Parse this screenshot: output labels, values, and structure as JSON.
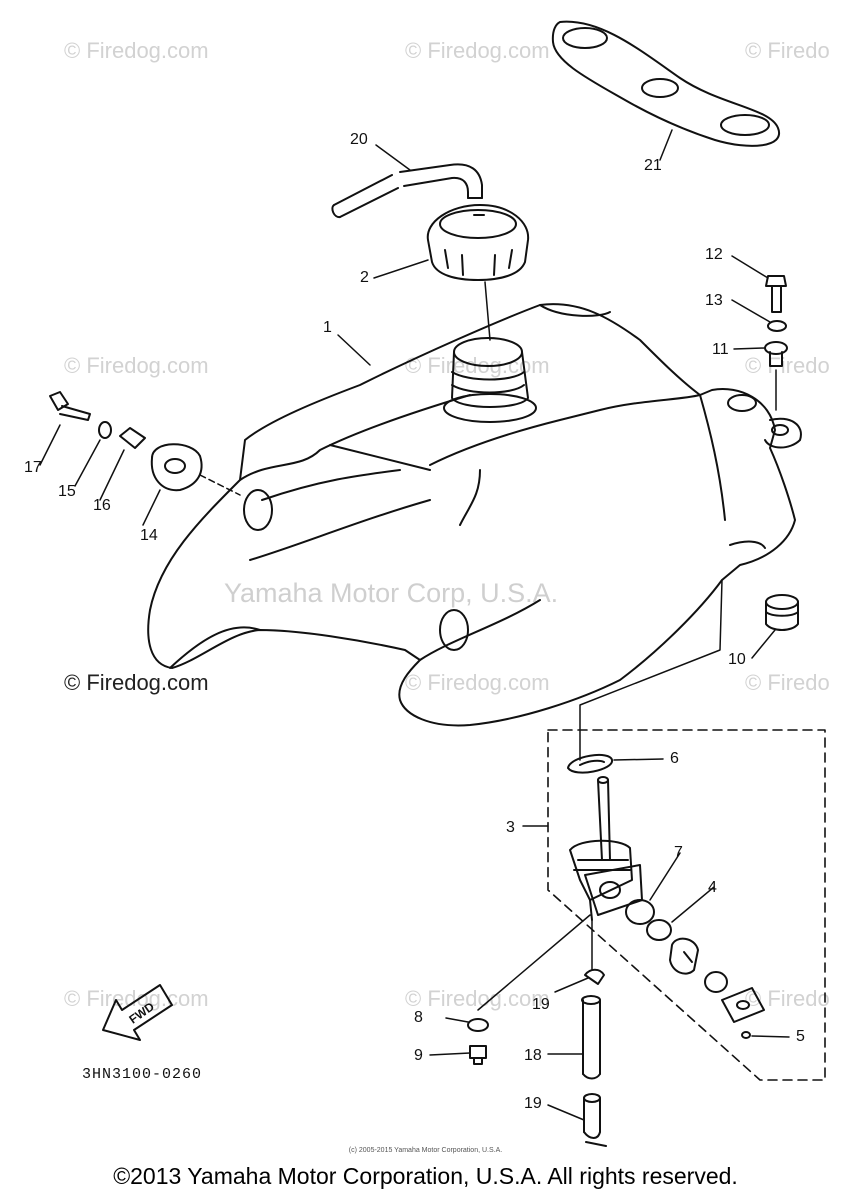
{
  "diagram": {
    "part_code": "3HN3100-0260",
    "fwd_label": "FWD",
    "callouts": {
      "c1": "1",
      "c2": "2",
      "c3": "3",
      "c4": "4",
      "c5": "5",
      "c6": "6",
      "c7": "7",
      "c8": "8",
      "c9": "9",
      "c10": "10",
      "c11": "11",
      "c12": "12",
      "c13": "13",
      "c14": "14",
      "c15": "15",
      "c16": "16",
      "c17": "17",
      "c18": "18",
      "c19a": "19",
      "c19b": "19",
      "c20": "20",
      "c21": "21"
    }
  },
  "watermarks": {
    "firedog": "© Firedog.com",
    "firedog_cut": "© Firedo",
    "yamaha": "Yamaha Motor Corp, U.S.A."
  },
  "footer": {
    "fine_print": "(c) 2005-2015 Yamaha Motor Corporation, U.S.A.",
    "copyright": "©2013 Yamaha Motor Corporation, U.S.A. All rights reserved."
  }
}
